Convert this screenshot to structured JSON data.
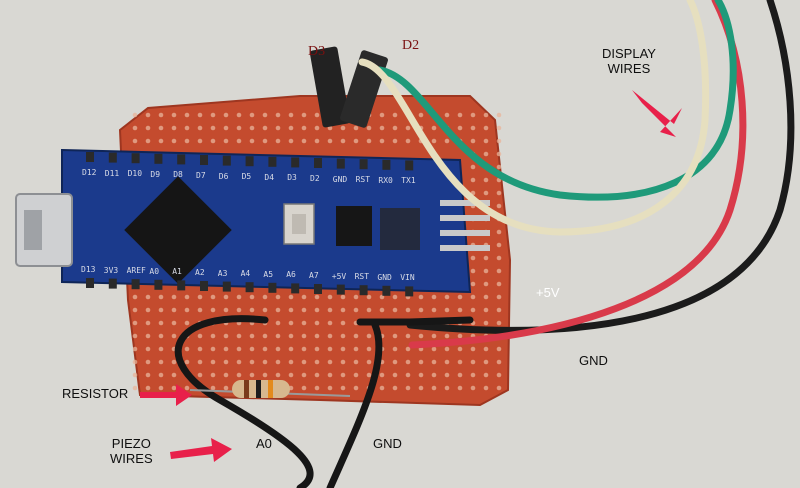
{
  "colors": {
    "background": "#d9d8d3",
    "perfboard": "#c0492c",
    "arduino_board": "#1b3a8c",
    "wire_red": "#d93a4a",
    "wire_green": "#1f9a7a",
    "wire_cream": "#e8e2c4",
    "wire_black": "#1a1a1a",
    "arrow": "#e8204a"
  },
  "labels": {
    "d3": "D3",
    "d2": "D2",
    "display_line1": "DISPLAY",
    "display_line2": "WIRES",
    "plus5v": "+5V",
    "gnd_right": "GND",
    "resistor": "RESISTOR",
    "piezo_line1": "PIEZO",
    "piezo_line2": "WIRES",
    "a0": "A0",
    "gnd_bottom": "GND"
  },
  "board_pins": {
    "top": [
      "D12",
      "D11",
      "D10",
      "D9",
      "D8",
      "D7",
      "D6",
      "D5",
      "D4",
      "D3",
      "D2",
      "GND",
      "RST",
      "RX0",
      "TX1"
    ],
    "bottom": [
      "D13",
      "3V3",
      "AREF",
      "A0",
      "A1",
      "A2",
      "A3",
      "A4",
      "A5",
      "A6",
      "A7",
      "+5V",
      "RST",
      "GND",
      "VIN"
    ]
  },
  "icons": [
    "arrow-icon"
  ]
}
